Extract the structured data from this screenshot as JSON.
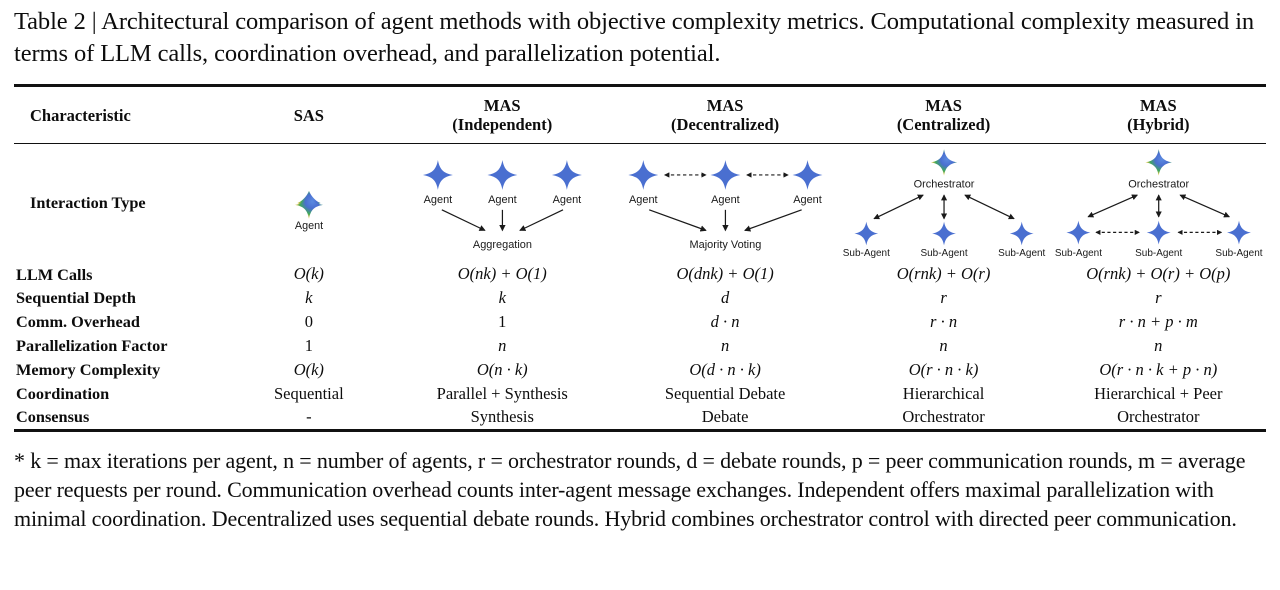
{
  "caption": {
    "label": "Table 2 |",
    "text": " Architectural comparison of agent methods with objective complexity metrics. Computational complexity measured in terms of LLM calls, coordination overhead, and parallelization potential."
  },
  "table": {
    "headers": [
      {
        "line1": "Characteristic",
        "line2": ""
      },
      {
        "line1": "SAS",
        "line2": ""
      },
      {
        "line1": "MAS",
        "line2": "(Independent)"
      },
      {
        "line1": "MAS",
        "line2": "(Decentralized)"
      },
      {
        "line1": "MAS",
        "line2": "(Centralized)"
      },
      {
        "line1": "MAS",
        "line2": "(Hybrid)"
      }
    ],
    "interaction_row_label": "Interaction Type",
    "diagrams": {
      "sas": {
        "agent_label": "Agent"
      },
      "independent": {
        "agent_labels": [
          "Agent",
          "Agent",
          "Agent"
        ],
        "sink_label": "Aggregation"
      },
      "decentralized": {
        "agent_labels": [
          "Agent",
          "Agent",
          "Agent"
        ],
        "sink_label": "Majority Voting"
      },
      "centralized": {
        "orchestrator_label": "Orchestrator",
        "sub_labels": [
          "Sub-Agent",
          "Sub-Agent",
          "Sub-Agent"
        ]
      },
      "hybrid": {
        "orchestrator_label": "Orchestrator",
        "sub_labels": [
          "Sub-Agent",
          "Sub-Agent",
          "Sub-Agent"
        ]
      }
    },
    "rows": [
      {
        "label": "LLM Calls",
        "values": [
          "O(k)",
          "O(nk) + O(1)",
          "O(dnk) + O(1)",
          "O(rnk) + O(r)",
          "O(rnk) + O(r) + O(p)"
        ]
      },
      {
        "label": "Sequential Depth",
        "values": [
          "k",
          "k",
          "d",
          "r",
          "r"
        ]
      },
      {
        "label": "Comm. Overhead",
        "values": [
          "0",
          "1",
          "d · n",
          "r · n",
          "r · n + p · m"
        ]
      },
      {
        "label": "Parallelization Factor",
        "values": [
          "1",
          "n",
          "n",
          "n",
          "n"
        ]
      },
      {
        "label": "Memory Complexity",
        "values": [
          "O(k)",
          "O(n · k)",
          "O(d · n · k)",
          "O(r · n · k)",
          "O(r · n · k + p · n)"
        ]
      },
      {
        "label": "Coordination",
        "values": [
          "Sequential",
          "Parallel + Synthesis",
          "Sequential Debate",
          "Hierarchical",
          "Hierarchical + Peer"
        ]
      },
      {
        "label": "Consensus",
        "values": [
          "-",
          "Synthesis",
          "Debate",
          "Orchestrator",
          "Orchestrator"
        ]
      }
    ]
  },
  "footnote": {
    "text": "* k = max iterations per agent, n = number of agents, r = orchestrator rounds, d = debate rounds, p = peer communication rounds, m = average peer requests per round. Communication overhead counts inter-agent message exchanges. Independent offers maximal parallelization with minimal coordination. Decentralized uses sequential debate rounds. Hybrid combines orchestrator control with directed peer communication."
  },
  "colors": {
    "star_blue": "#4a6fd0",
    "star_rainbow_red": "#e8584a",
    "star_rainbow_yellow": "#f0c43a",
    "star_rainbow_green": "#3fa85c",
    "star_rainbow_blue": "#4a6fd0",
    "rule": "#111111",
    "text": "#0d0d0d"
  }
}
